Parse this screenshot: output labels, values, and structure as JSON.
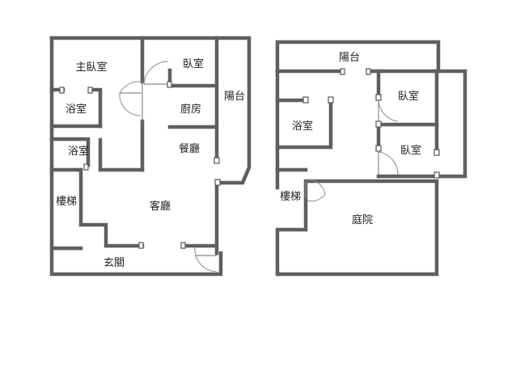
{
  "plans": [
    {
      "rooms": {
        "master_bedroom": "主臥室",
        "bedroom": "臥室",
        "balcony": "陽台",
        "bathroom_upper": "浴室",
        "kitchen": "廚房",
        "bathroom_lower": "浴室",
        "dining_room": "餐廳",
        "stairs": "樓梯",
        "living_room": "客廳",
        "entrance": "玄關"
      }
    },
    {
      "rooms": {
        "balcony": "陽台",
        "bathroom": "浴室",
        "bedroom_upper": "臥室",
        "bedroom_lower": "臥室",
        "stairs": "樓梯",
        "courtyard": "庭院"
      }
    }
  ],
  "colors": {
    "wall": "#5f5f5f",
    "door": "#8a8a8a",
    "background": "#ffffff"
  }
}
